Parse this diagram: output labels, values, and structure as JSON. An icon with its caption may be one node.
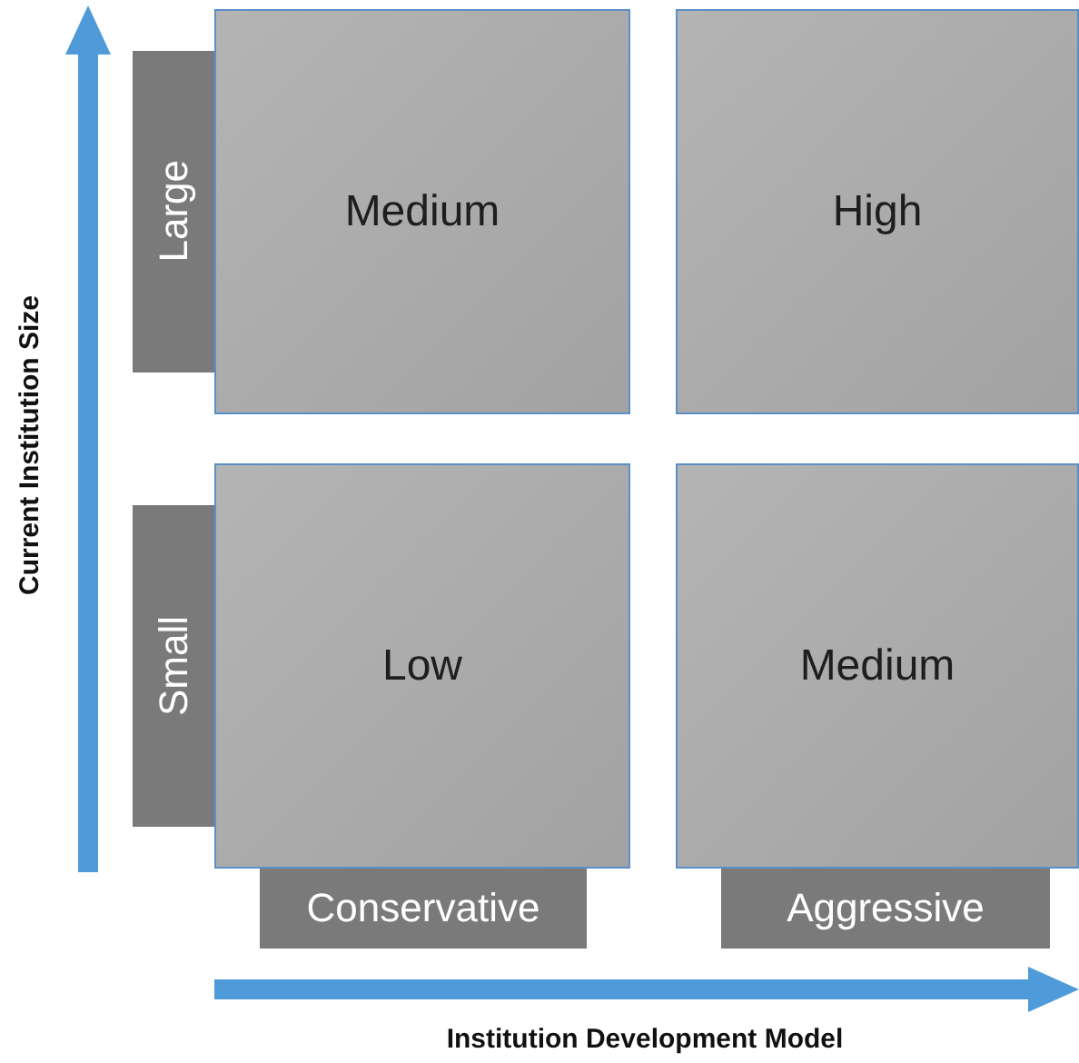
{
  "diagram": {
    "nodes": [
      {
        "text": [
          "Large"
        ]
      },
      {
        "text": [
          "Medium"
        ]
      },
      {
        "text": [
          "High"
        ]
      },
      {
        "text": [
          "Small"
        ]
      },
      {
        "text": [
          "Low"
        ]
      },
      {
        "text": [
          "Medium"
        ]
      },
      {
        "text": [
          "Conservative"
        ]
      },
      {
        "text": [
          "Aggressive"
        ]
      }
    ],
    "labels": [
      "Current Institution Size",
      "Institution Development Model"
    ]
  }
}
